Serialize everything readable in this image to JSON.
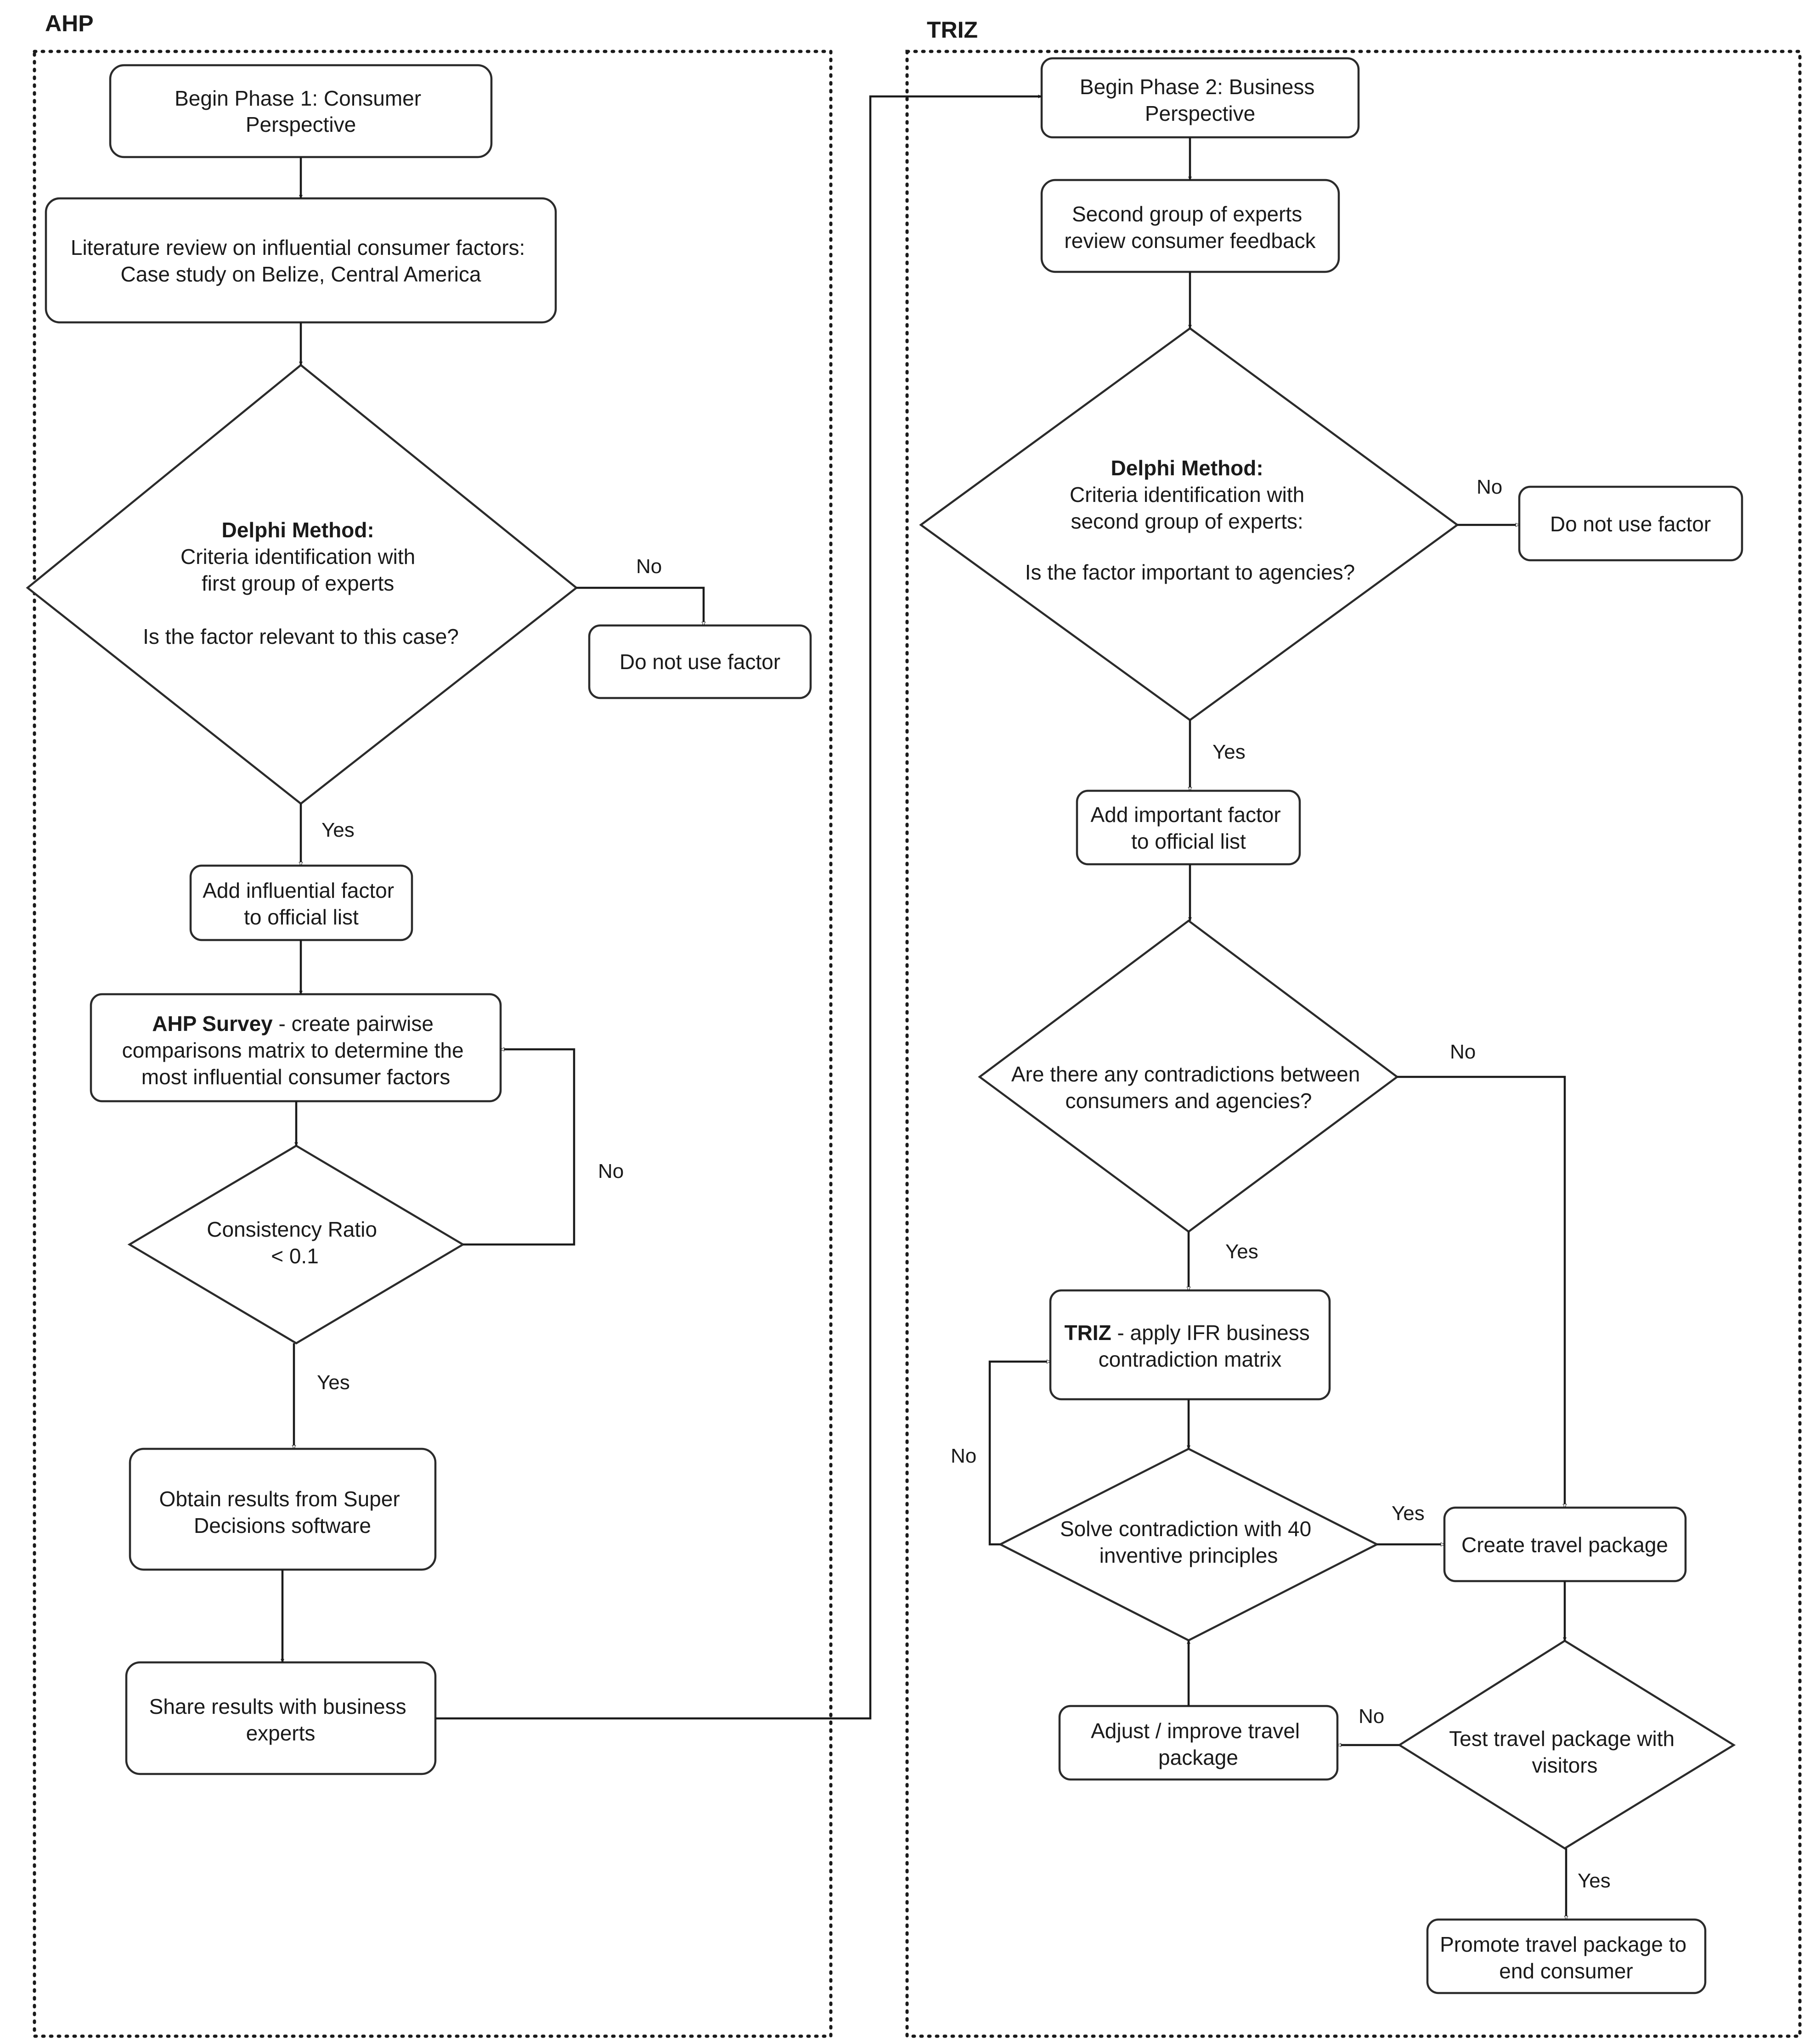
{
  "sections": {
    "ahp": "AHP",
    "triz": "TRIZ"
  },
  "nodes": {
    "begin1": [
      "Begin Phase 1: Consumer",
      "Perspective"
    ],
    "lit": [
      "Literature review on influential consumer factors:",
      "Case study on Belize, Central America"
    ],
    "delphi1": {
      "bold": "Delphi Method:",
      "lines": [
        "Criteria identification with",
        "first group of experts",
        "",
        "Is the factor relevant to this case?"
      ]
    },
    "dont1": [
      "Do not use factor"
    ],
    "add1": [
      "Add influential factor",
      "to official list"
    ],
    "ahp": {
      "bold": "AHP Survey",
      "rest": " - create pairwise",
      "lines": [
        "comparisons matrix to determine the",
        "most influential consumer factors"
      ]
    },
    "cr": [
      "Consistency Ratio",
      "< 0.1"
    ],
    "obtain": [
      "Obtain results from Super",
      "Decisions software"
    ],
    "share": [
      "Share results with business",
      "experts"
    ],
    "begin2": [
      "Begin Phase 2: Business",
      "Perspective"
    ],
    "second": [
      "Second group of experts",
      "review consumer feedback"
    ],
    "delphi2": {
      "bold": "Delphi Method:",
      "lines": [
        "Criteria identification with",
        "second group of experts:",
        "",
        "Is the factor important to agencies?"
      ]
    },
    "dont2": [
      "Do not use factor"
    ],
    "add2": [
      "Add important  factor",
      "to official list"
    ],
    "contra": [
      "Are there any contradictions between",
      "consumers and agencies?"
    ],
    "triz": {
      "bold": "TRIZ",
      "rest": " - apply IFR business",
      "lines": [
        "contradiction matrix"
      ]
    },
    "solve": [
      "Solve contradiction with 40",
      "inventive principles"
    ],
    "create": [
      "Create travel package"
    ],
    "adjust": [
      "Adjust / improve travel",
      "package"
    ],
    "test": [
      "Test travel package with",
      "visitors"
    ],
    "promote": [
      "Promote travel package to",
      "end consumer"
    ]
  },
  "edge_labels": {
    "d1_no": "No",
    "d1_yes": "Yes",
    "cr_no": "No",
    "cr_yes": "Yes",
    "d2_no": "No",
    "d2_yes": "Yes",
    "contra_no": "No",
    "contra_yes": "Yes",
    "solve_no": "No",
    "solve_yes": "Yes",
    "test_no": "No",
    "test_yes": "Yes"
  }
}
